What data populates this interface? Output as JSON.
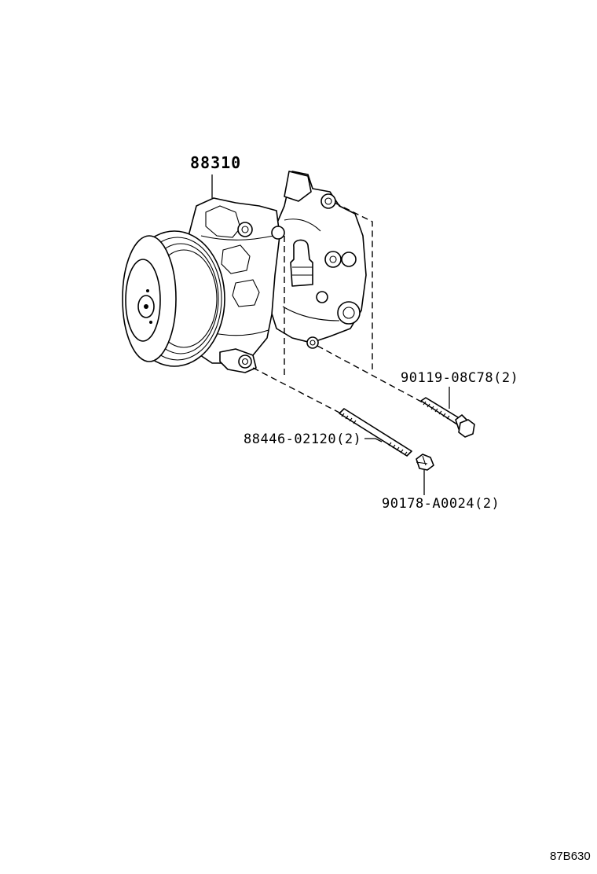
{
  "diagram": {
    "code": "87B630",
    "parts": [
      {
        "number": "88310"
      },
      {
        "number": "90119-08C78(2)"
      },
      {
        "number": "88446-02120(2)"
      },
      {
        "number": "90178-A0024(2)"
      }
    ]
  }
}
